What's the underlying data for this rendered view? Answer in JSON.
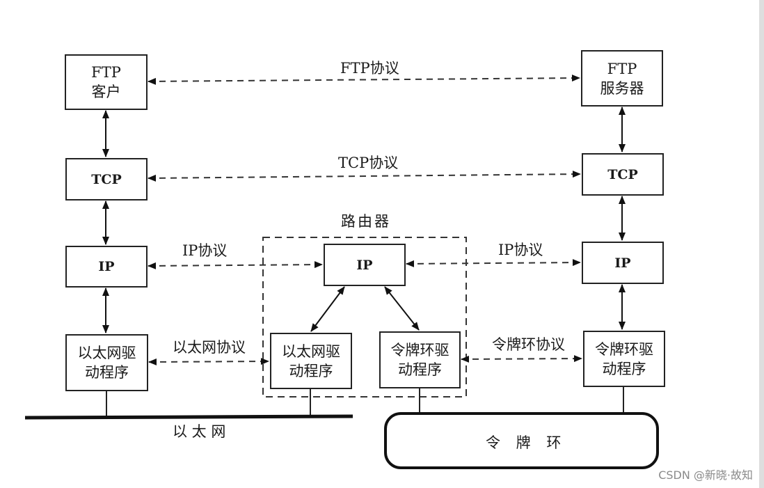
{
  "nodes": {
    "ftp_client": [
      "FTP",
      "客户"
    ],
    "tcp_left": [
      "TCP"
    ],
    "ip_left": [
      "IP"
    ],
    "eth_driver_left": [
      "以太网驱",
      "动程序"
    ],
    "router_ip": [
      "IP"
    ],
    "router_eth_driver": [
      "以太网驱",
      "动程序"
    ],
    "router_tr_driver": [
      "令牌环驱",
      "动程序"
    ],
    "ftp_server": [
      "FTP",
      "服务器"
    ],
    "tcp_right": [
      "TCP"
    ],
    "ip_right": [
      "IP"
    ],
    "tr_driver_right": [
      "令牌环驱",
      "动程序"
    ]
  },
  "labels": {
    "ftp_protocol": "FTP协议",
    "tcp_protocol": "TCP协议",
    "router": "路由器",
    "ip_protocol_left": "IP协议",
    "ip_protocol_right": "IP协议",
    "ethernet_protocol": "以太网协议",
    "token_ring_protocol": "令牌环协议",
    "ethernet": "以 太 网",
    "token_ring": "令 牌 环"
  },
  "watermark": "CSDN @新晓·故知"
}
